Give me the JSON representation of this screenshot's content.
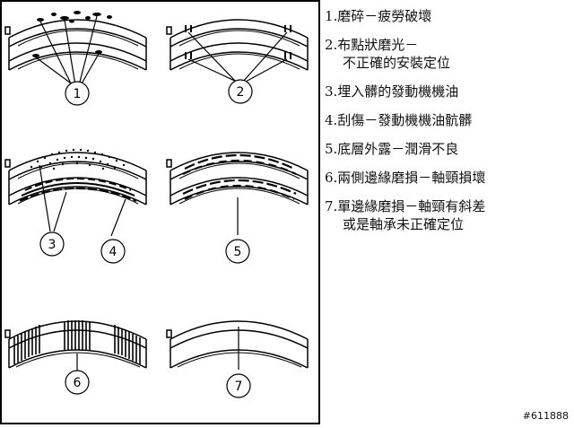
{
  "callouts": [
    "1",
    "2",
    "3",
    "4",
    "5",
    "6",
    "7"
  ],
  "legend": [
    {
      "lines": [
        "1.磨碎－疲勞破壞"
      ]
    },
    {
      "lines": [
        "2.布點狀磨光－",
        "不正確的安裝定位"
      ]
    },
    {
      "lines": [
        "3.埋入髒的發動機機油"
      ]
    },
    {
      "lines": [
        "4.刮傷－發動機機油骯髒"
      ]
    },
    {
      "lines": [
        "5.底層外露－潤滑不良"
      ]
    },
    {
      "lines": [
        "6.兩側邊緣磨損－軸頸損壞"
      ]
    },
    {
      "lines": [
        "7.單邊緣磨損－軸頸有斜差",
        "或是軸承未正確定位"
      ]
    }
  ],
  "figure_number": "#611888"
}
